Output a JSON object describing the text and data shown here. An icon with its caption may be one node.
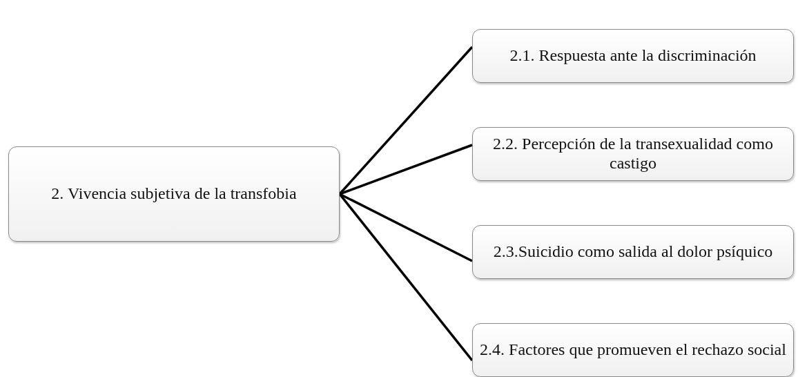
{
  "diagram": {
    "nodes": [
      {
        "text": [
          "2. Vivencia subjetiva de la transfobia"
        ]
      },
      {
        "text": [
          "2.1. Respuesta ante la discriminación"
        ]
      },
      {
        "text": [
          "2.2. Percepción de la transexualidad como castigo"
        ]
      },
      {
        "text": [
          "2.3.Suicidio como salida al dolor psíquico"
        ]
      },
      {
        "text": [
          "2.4. Factores que promueven el rechazo social"
        ]
      }
    ],
    "edges": [
      {
        "from": 0,
        "to": 1,
        "arrow": "none"
      },
      {
        "from": 0,
        "to": 2,
        "arrow": "none"
      },
      {
        "from": 0,
        "to": 3,
        "arrow": "none"
      },
      {
        "from": 0,
        "to": 4,
        "arrow": "none"
      }
    ]
  }
}
